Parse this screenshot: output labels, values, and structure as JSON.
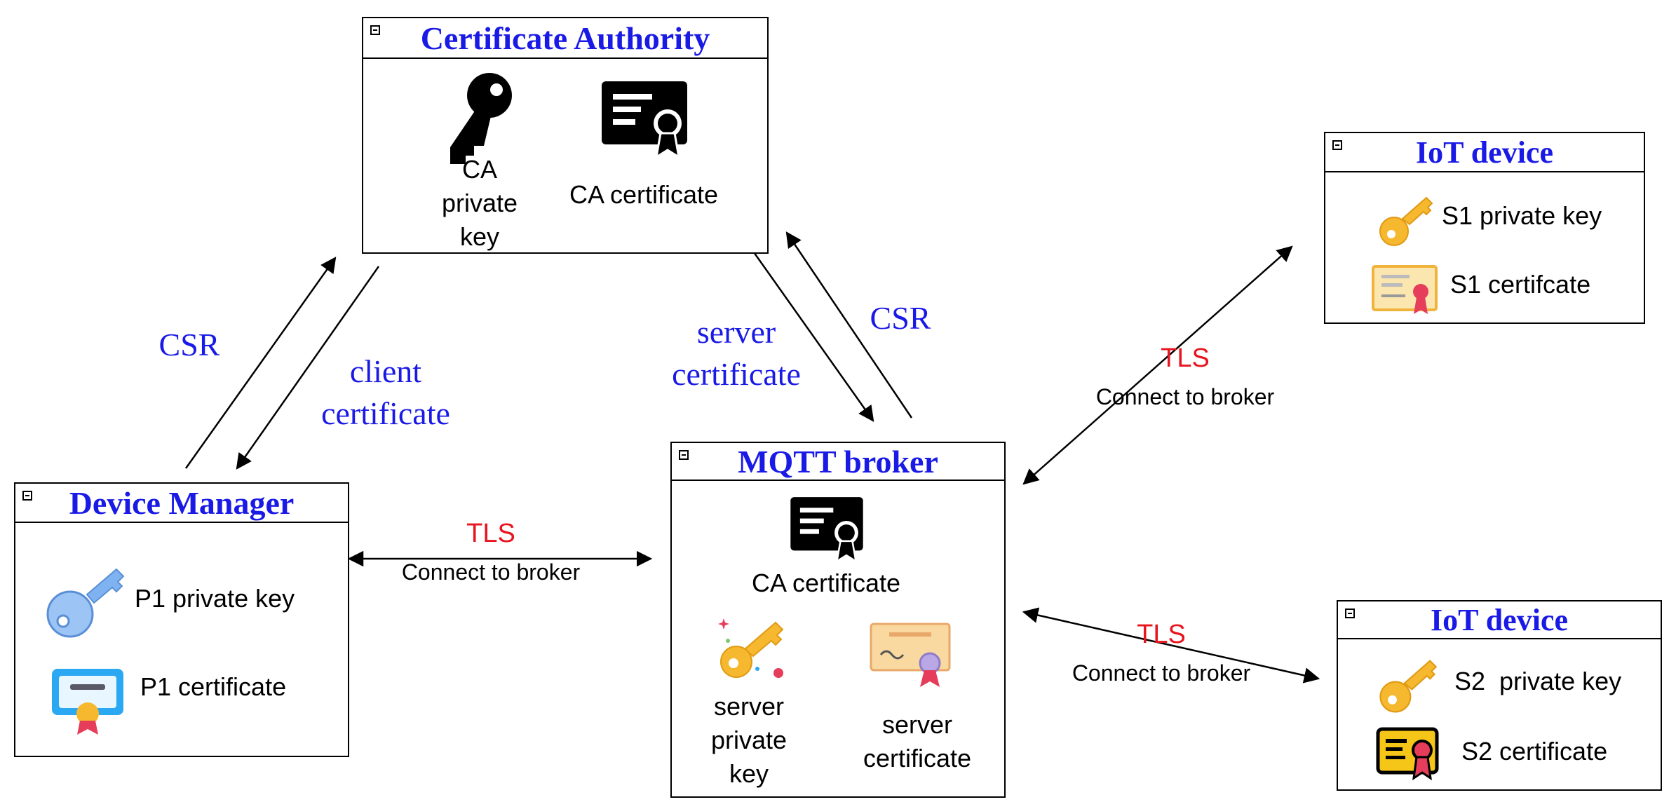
{
  "ca": {
    "title": "Certificate Authority",
    "key_label_1": "CA",
    "key_label_2": "private",
    "key_label_3": "key",
    "cert_label": "CA certificate",
    "key_icon": "key-icon",
    "cert_icon": "certificate-icon"
  },
  "dm": {
    "title": "Device Manager",
    "key_label": "P1 private key",
    "cert_label": "P1 certificate"
  },
  "broker": {
    "title": "MQTT broker",
    "ca_cert_label": "CA certificate",
    "key_label_1": "server",
    "key_label_2": "private",
    "key_label_3": "key",
    "cert_label_1": "server",
    "cert_label_2": "certificate"
  },
  "iot1": {
    "title": "IoT device",
    "key_label": "S1 private key",
    "cert_label": "S1 certifcate"
  },
  "iot2": {
    "title": "IoT device",
    "key_label": "S2  private key",
    "cert_label": "S2 certificate"
  },
  "edges": {
    "dm_ca_csr": "CSR",
    "ca_dm_cert_1": "client",
    "ca_dm_cert_2": "certificate",
    "ca_broker_cert_1": "server",
    "ca_broker_cert_2": "certificate",
    "broker_ca_csr": "CSR",
    "dm_broker_tls": "TLS",
    "dm_broker_conn": "Connect to broker",
    "iot1_tls": "TLS",
    "iot1_conn": "Connect to broker",
    "iot2_tls": "TLS",
    "iot2_conn": "Connect to broker"
  },
  "colors": {
    "title_blue": "#1a1ae6",
    "tls_red": "#e8141e",
    "key_gold": "#f5b82e",
    "key_blue": "#7fb2f0"
  }
}
